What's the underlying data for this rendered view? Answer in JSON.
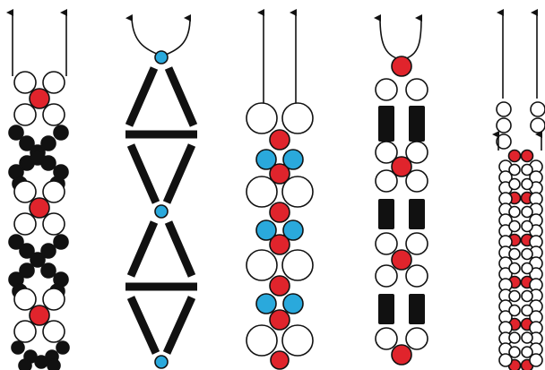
{
  "diagram": {
    "description_free": true,
    "colors": {
      "background": "#ffffff",
      "bead_white_fill": "#ffffff",
      "bead_outline": "#111111",
      "bead_red": "#e0242c",
      "bead_blue": "#2aa9dc",
      "bead_black": "#111111",
      "thread": "#111111"
    },
    "patterns": [
      {
        "id": "pattern-1",
        "motif": "flower-and-x",
        "accent": "red",
        "secondary": "black"
      },
      {
        "id": "pattern-2",
        "motif": "bugle-triangles",
        "accent": "blue",
        "secondary": "black"
      },
      {
        "id": "pattern-3",
        "motif": "double-column-circles",
        "accent": "red",
        "secondary": "blue"
      },
      {
        "id": "pattern-4",
        "motif": "flower-and-bugle-pairs",
        "accent": "red",
        "secondary": "black"
      },
      {
        "id": "pattern-5",
        "motif": "small-ladder-rows",
        "accent": "red",
        "secondary": "white"
      }
    ]
  }
}
